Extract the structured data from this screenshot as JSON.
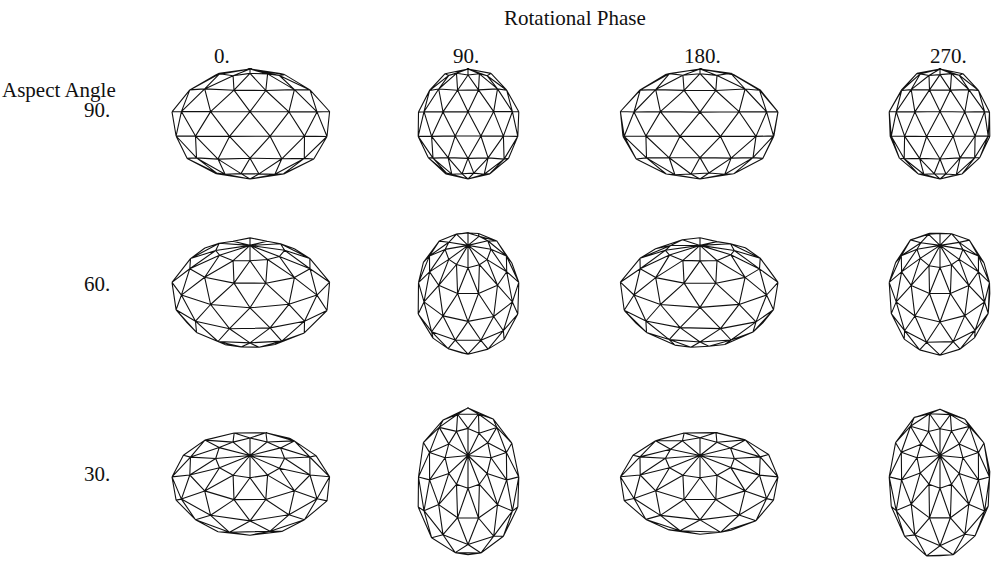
{
  "diagram": {
    "labels": [
      "Rotational Phase",
      "0.",
      "90.",
      "180.",
      "270.",
      "Aspect Angle",
      "90.",
      "60.",
      "30."
    ]
  }
}
